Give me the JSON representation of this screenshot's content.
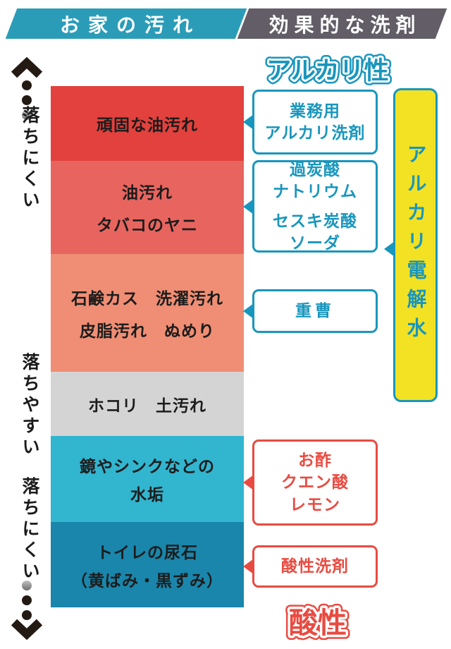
{
  "header": {
    "left_title": "お家の汚れ",
    "right_title": "効果的な洗剤"
  },
  "difficulty_scale": {
    "top_label": "落ちにくい",
    "middle_label": "落ちやすい",
    "bottom_label": "落ちにくい"
  },
  "stains": [
    {
      "lines": [
        "頑固な油汚れ"
      ],
      "color": "#e2413d"
    },
    {
      "lines": [
        "油汚れ",
        "タバコのヤニ"
      ],
      "color": "#e8655f"
    },
    {
      "lines": [
        "石鹸カス　洗濯汚れ",
        "皮脂汚れ　ぬめり"
      ],
      "color": "#ef8e74"
    },
    {
      "lines": [
        "ホコリ　土汚れ"
      ],
      "color": "#d4d4d5"
    },
    {
      "lines": [
        "鏡やシンクなどの",
        "水垢"
      ],
      "color": "#32b5cf"
    },
    {
      "lines": [
        "トイレの尿石",
        "（黄ばみ・黒ずみ）"
      ],
      "color": "#1a86ab"
    }
  ],
  "detergents": {
    "alkaline_title": "アルカリ性",
    "acid_title": "酸性",
    "alkaline_boxes": [
      {
        "lines": [
          "業務用",
          "アルカリ洗剤"
        ]
      },
      {
        "groups": [
          [
            "過炭酸",
            "ナトリウム"
          ],
          [
            "セスキ炭酸",
            "ソーダ"
          ]
        ]
      },
      {
        "lines": [
          "重曹"
        ]
      }
    ],
    "acid_boxes": [
      {
        "lines": [
          "お酢",
          "クエン酸",
          "レモン"
        ]
      },
      {
        "lines": [
          "酸性洗剤"
        ]
      }
    ],
    "alkaline_water_bar": {
      "label": "アルカリ電解水"
    }
  },
  "colors": {
    "header_left_bg": "#2b9cb7",
    "header_right_bg": "#625d66",
    "alkaline_accent": "#1996bd",
    "acid_accent": "#e84b41",
    "bar_yellow": "#f2e223",
    "rail_dark": "#241a14"
  }
}
